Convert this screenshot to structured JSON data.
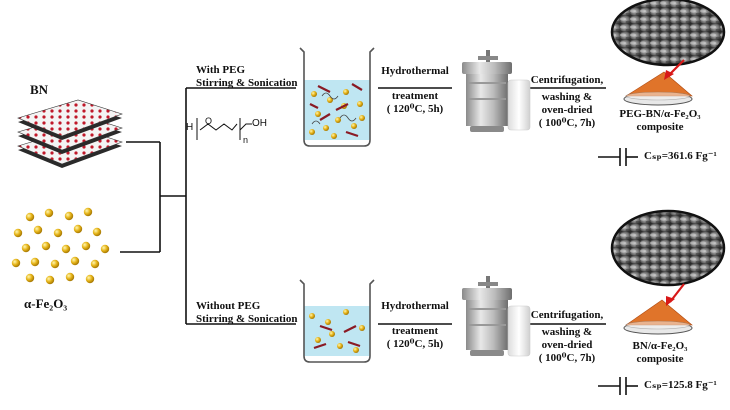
{
  "materials": {
    "bn_label": "BN",
    "fe2o3_label": "α-Fe₂O₃"
  },
  "top_route": {
    "condition_line1": "With PEG",
    "condition_line2": "Stirring & Sonication",
    "peg_h": "H",
    "peg_o": "O",
    "peg_n": "n",
    "peg_oh": "OH",
    "hydro_line1": "Hydrothermal",
    "hydro_line2": "treatment",
    "hydro_line3": "( 120⁰C, 5h)",
    "cent_line1": "Centrifugation,",
    "cent_line2": "washing &",
    "cent_line3": "oven-dried",
    "cent_line4": "( 100⁰C, 7h)",
    "product_line1": "PEG-BN/α-Fe₂O₃",
    "product_line2": "composite",
    "csp": "Cₛₚ=361.6 Fg⁻¹"
  },
  "bottom_route": {
    "condition_line1": "Without PEG",
    "condition_line2": "Stirring & Sonication",
    "hydro_line1": "Hydrothermal",
    "hydro_line2": "treatment",
    "hydro_line3": "( 120⁰C, 5h)",
    "cent_line1": "Centrifugation,",
    "cent_line2": "washing &",
    "cent_line3": "oven-dried",
    "cent_line4": "( 100⁰C, 7h)",
    "product_line1": "BN/α-Fe₂O₃",
    "product_line2": "composite",
    "csp": "Cₛₚ=125.8 Fg⁻¹"
  },
  "colors": {
    "line": "#111111",
    "bn_red": "#c0182a",
    "particle": "#e6b418",
    "water": "#bfe6f2",
    "composite_orange": "#e0742a",
    "arrow_red": "#d81818"
  }
}
